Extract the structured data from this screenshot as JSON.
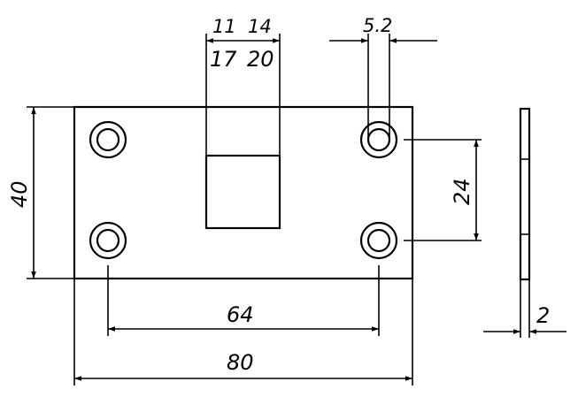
{
  "dimensions": {
    "slot_width_top": "11",
    "slot_width_top_b": "14",
    "slot_width_bottom": "17",
    "slot_width_bottom_b": "20",
    "hole_diameter": "5.2",
    "height": "40",
    "hole_spacing_vertical": "24",
    "hole_spacing_horizontal": "64",
    "width": "80",
    "thickness": "2"
  }
}
